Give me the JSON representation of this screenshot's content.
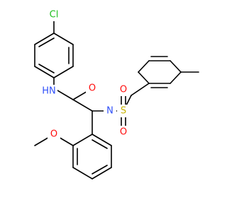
{
  "structure": {
    "colors": {
      "bond": "#000000",
      "carbon": "#000000",
      "nitrogen": "#3050F8",
      "oxygen": "#FF0D0D",
      "sulfur": "#C8B400",
      "chlorine": "#1FBF1F"
    },
    "atoms": {
      "cl": "Cl",
      "nh": "HN",
      "o_carbonyl": "O",
      "n_sulfonamide": "N",
      "s": "S",
      "o_sulfonyl_1": "O",
      "o_sulfonyl_2": "O",
      "o_methoxy": "O"
    }
  }
}
